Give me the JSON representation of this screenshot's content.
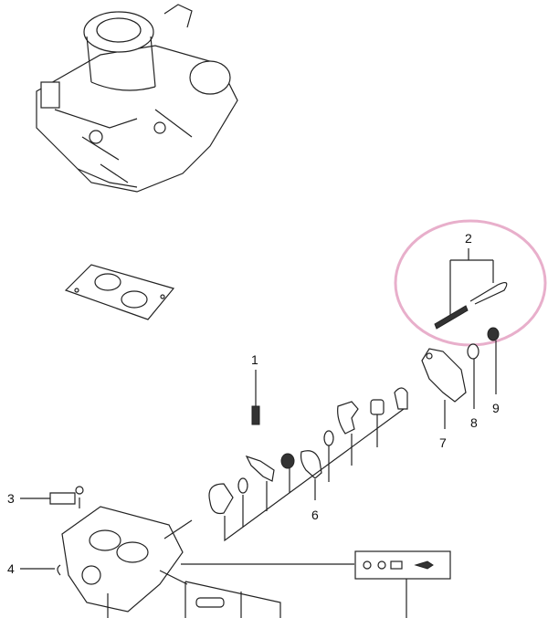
{
  "diagram": {
    "type": "exploded-parts-diagram",
    "highlight_color": "#e8afcb",
    "callouts": [
      {
        "number": "1"
      },
      {
        "number": "2"
      },
      {
        "number": "3"
      },
      {
        "number": "4"
      },
      {
        "number": "6"
      },
      {
        "number": "7"
      },
      {
        "number": "8"
      },
      {
        "number": "9"
      }
    ]
  }
}
